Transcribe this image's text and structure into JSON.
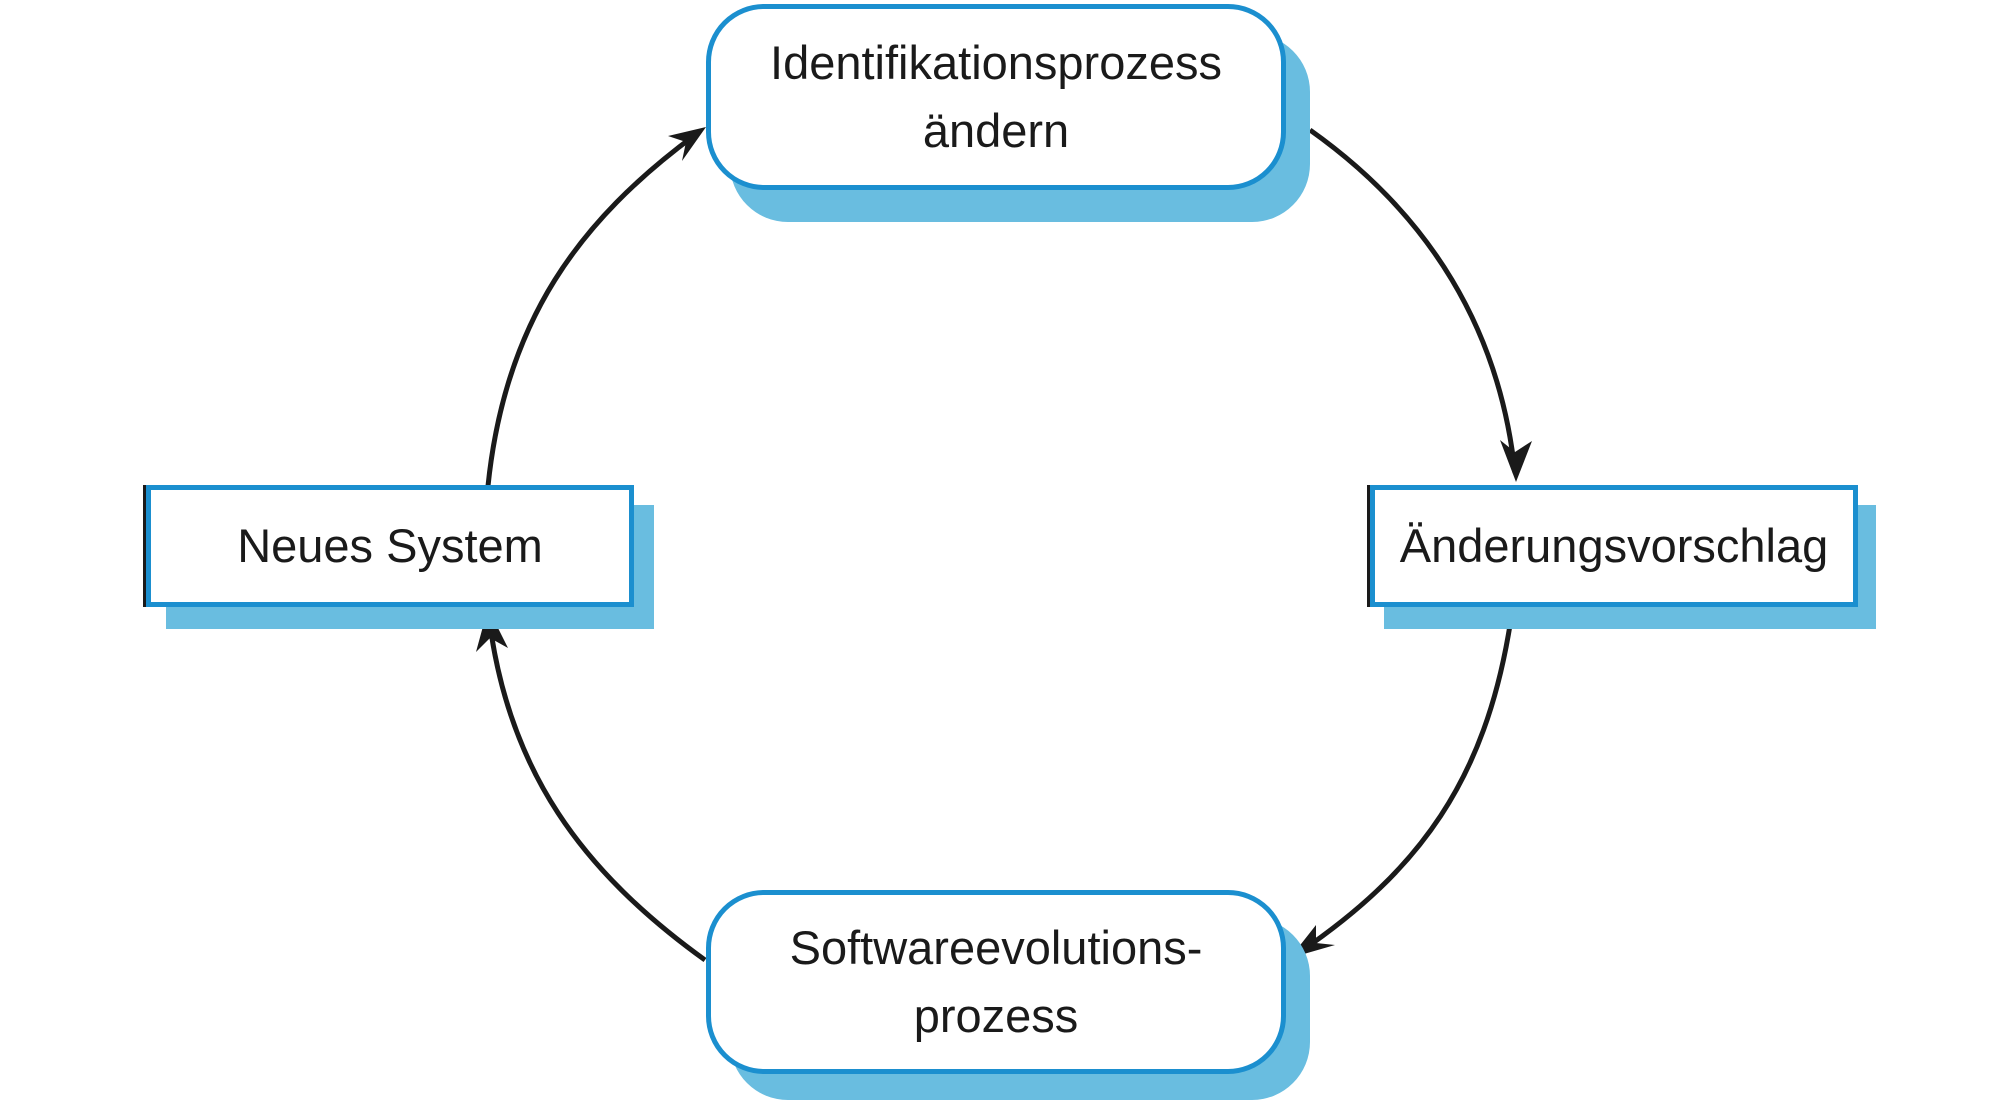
{
  "colors": {
    "border": "#1b8fcf",
    "shadow": "#69bde0",
    "arrow": "#1a1a1a",
    "text": "#1a1a1a"
  },
  "nodes": {
    "top": {
      "line1": "Identifikationsprozess",
      "line2": "ändern"
    },
    "right": {
      "label": "Änderungsvorschlag"
    },
    "bottom": {
      "line1": "Softwareevolutions-",
      "line2": "prozess"
    },
    "left": {
      "label": "Neues System"
    }
  }
}
